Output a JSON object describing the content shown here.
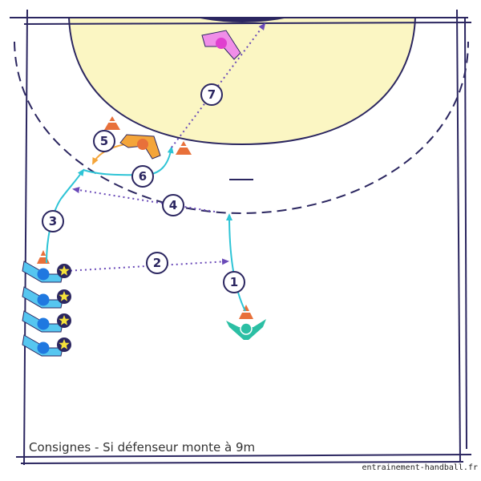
{
  "caption": "Consignes - Si défenseur monte à 9m",
  "watermark": "entrainement-handball.fr",
  "colors": {
    "court_line": "#2b2660",
    "area_fill": "#fbf6c3",
    "attack_arrow": "#2ec4d6",
    "attack_arrow_alt": "#2bbfa4",
    "pass_arrow": "#6a4ab8",
    "cone": "#e8703a",
    "attacker_blue": "#1f78e0",
    "attacker_light": "#56c6f0",
    "attacker_green": "#2bbfa4",
    "defender_orange": "#f4a53a",
    "goalkeeper_pink": "#f08ee8",
    "star": "#f5e23a"
  },
  "steps": [
    {
      "label": "1",
      "action": "run"
    },
    {
      "label": "2",
      "action": "pass"
    },
    {
      "label": "3",
      "action": "run"
    },
    {
      "label": "4",
      "action": "pass"
    },
    {
      "label": "5",
      "action": "defender move"
    },
    {
      "label": "6",
      "action": "run"
    },
    {
      "label": "7",
      "action": "shot"
    }
  ],
  "players": {
    "queue_icons": [
      "star-icon",
      "star-icon",
      "star-icon",
      "star-icon"
    ],
    "back_player_icon": "attacker-green-icon",
    "defender_icon": "defender-orange-icon",
    "goalkeeper_icon": "goalkeeper-pink-icon"
  }
}
